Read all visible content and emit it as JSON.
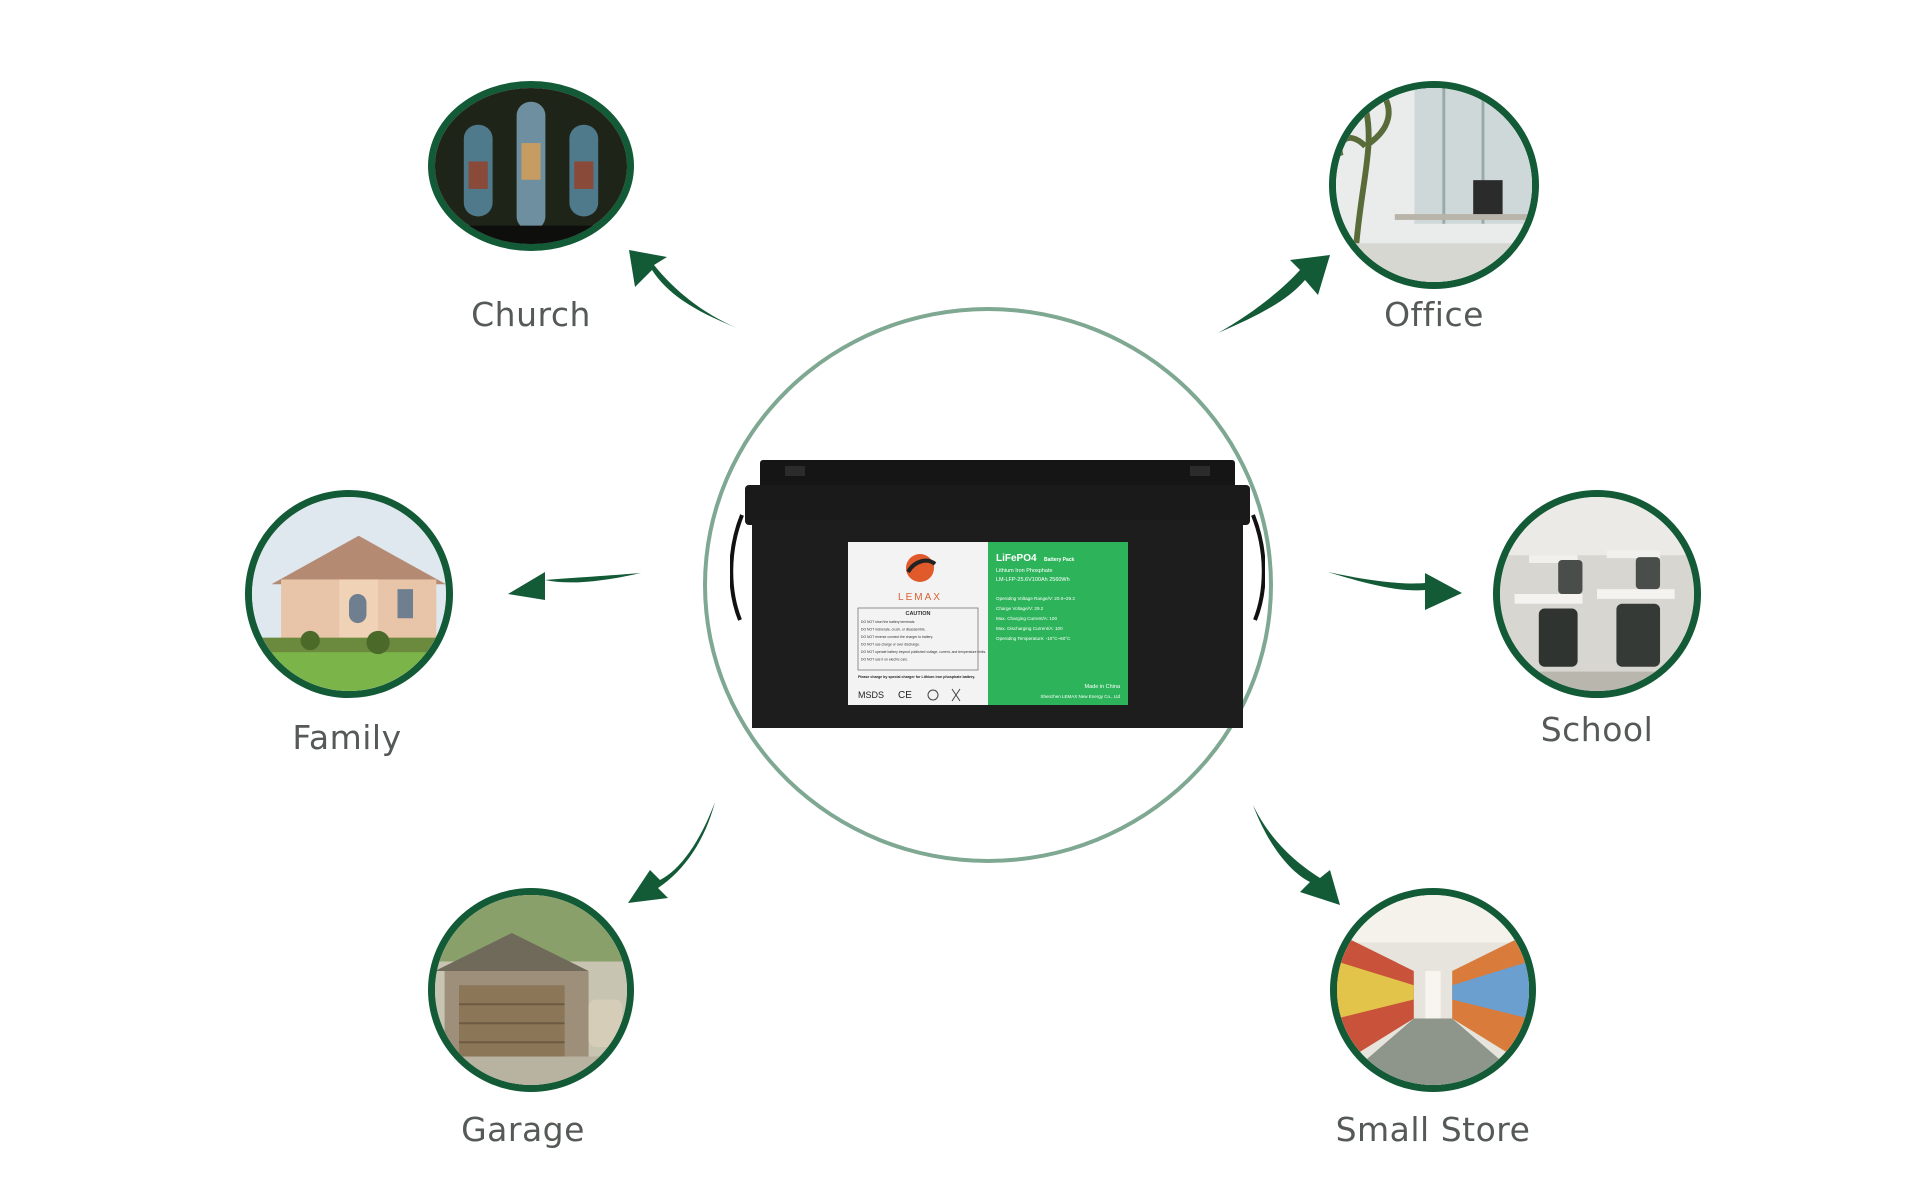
{
  "nodes": [
    {
      "id": "church",
      "label": "Church"
    },
    {
      "id": "office",
      "label": "Office"
    },
    {
      "id": "family",
      "label": "Family"
    },
    {
      "id": "school",
      "label": "School"
    },
    {
      "id": "garage",
      "label": "Garage"
    },
    {
      "id": "store",
      "label": "Small Store"
    }
  ],
  "battery": {
    "brand": "LEMAX",
    "caution": "CAUTION",
    "caution_lines": [
      "DO NOT short the battery terminals.",
      "DO NOT incinerate, crush, or disassemble.",
      "DO NOT reverse connect the charger to battery.",
      "DO NOT use charge or over discharge.",
      "DO NOT operate battery beyond published voltage, current, and temperature limits.",
      "DO NOT use it on electric cars."
    ],
    "charge_note": "Please charge by special charger for Lithium iron phosphate battery.",
    "msds": "MSDS",
    "ce": "CE",
    "chem": "LiFePO4",
    "pack": "Battery Pack",
    "type": "Lithium Iron Phosphate",
    "model": "LM-LFP-25.6V100Ah 2560Wh",
    "specs": [
      "Operating Voltage Range/V: 20.0~29.2",
      "Charge Voltage/V: 29.2",
      "Max. Charging Current/A: 100",
      "Max. Discharging Current/A: 100",
      "Operating Temperature: -10°C~60°C"
    ],
    "made_in": "Made in China",
    "maker": "Shenzhen LEMAX New Energy Co., Ltd"
  },
  "colors": {
    "accent": "#135a37",
    "ring": "#7fa892",
    "label": "#555a57",
    "green_label": "#2db45a"
  }
}
